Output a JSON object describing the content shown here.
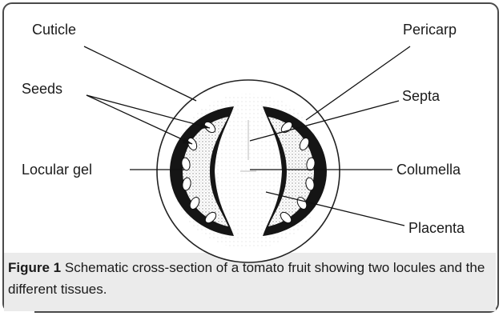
{
  "labels": {
    "cuticle": "Cuticle",
    "pericarp": "Pericarp",
    "seeds": "Seeds",
    "septa": "Septa",
    "locular_gel": "Locular gel",
    "columella": "Columella",
    "placenta": "Placenta"
  },
  "caption": {
    "figure_label": "Figure 1",
    "text": "Schematic cross-section of a tomato fruit showing two locules and the different tissues."
  },
  "colors": {
    "line": "#111111",
    "fruit_outline": "#222222",
    "locule_dark": "#151515",
    "gel_stipple": "#777777",
    "caption_bg": "#ebebeb"
  }
}
